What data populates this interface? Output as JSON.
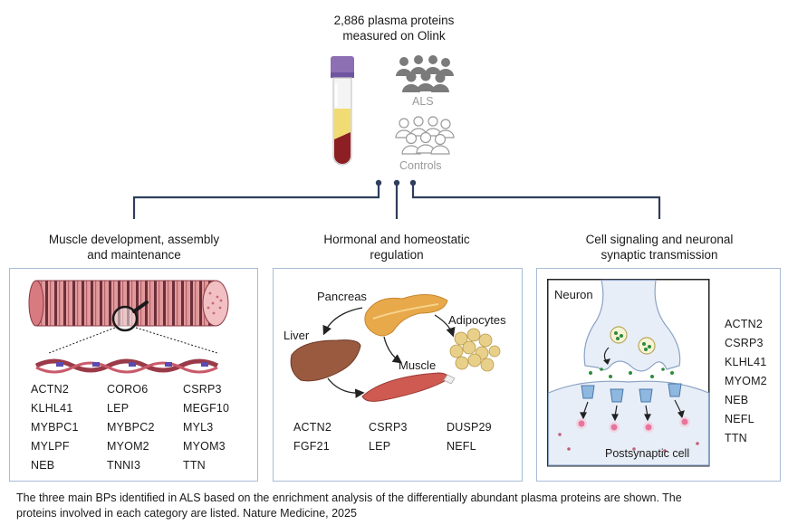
{
  "header": {
    "title_line1": "2,886 plasma proteins",
    "title_line2": "measured on Olink",
    "group_als": "ALS",
    "group_controls": "Controls"
  },
  "categories": [
    {
      "title_line1": "Muscle development, assembly",
      "title_line2": "and maintenance",
      "columns": [
        [
          "ACTN2",
          "KLHL41",
          "MYBPC1",
          "MYLPF",
          "NEB"
        ],
        [
          "CORO6",
          "LEP",
          "MYBPC2",
          "MYOM2",
          "TNNI3"
        ],
        [
          "CSRP3",
          "MEGF10",
          "MYL3",
          "MYOM3",
          "TTN"
        ]
      ]
    },
    {
      "title_line1": "Hormonal and homeostatic",
      "title_line2": "regulation",
      "labels": {
        "pancreas": "Pancreas",
        "liver": "Liver",
        "adipocytes": "Adipocytes",
        "muscle": "Muscle"
      },
      "columns": [
        [
          "ACTN2",
          "FGF21"
        ],
        [
          "CSRP3",
          "LEP"
        ],
        [
          "DUSP29",
          "NEFL"
        ]
      ]
    },
    {
      "title_line1": "Cell signaling and neuronal",
      "title_line2": "synaptic transmission",
      "labels": {
        "neuron": "Neuron",
        "postsynaptic": "Postsynaptic cell"
      },
      "columns": [
        [
          "ACTN2",
          "CSRP3",
          "KLHL41",
          "MYOM2",
          "NEB",
          "NEFL",
          "TTN"
        ]
      ]
    }
  ],
  "caption": {
    "line1": "The three main BPs identified in ALS based on the enrichment analysis of the differentially abundant plasma proteins are shown. The",
    "line2": "proteins involved in each category are listed. Nature Medicine, 2025"
  },
  "colors": {
    "connector": "#2f3e5c",
    "panel_border": "#a9bcd6",
    "tube_cap": "#8d6fb4",
    "plasma": "#f0dc72",
    "blood": "#8c1f24",
    "muscle": "#d9868a",
    "liver": "#9a5a3f",
    "pancreas": "#e8a94a",
    "adipocyte": "#e9d08a",
    "neuron_fill": "#e8eef7",
    "vesicle_dot": "#2e8b3c",
    "receptor": "#8fb8e0",
    "signal": "#e0487b"
  }
}
